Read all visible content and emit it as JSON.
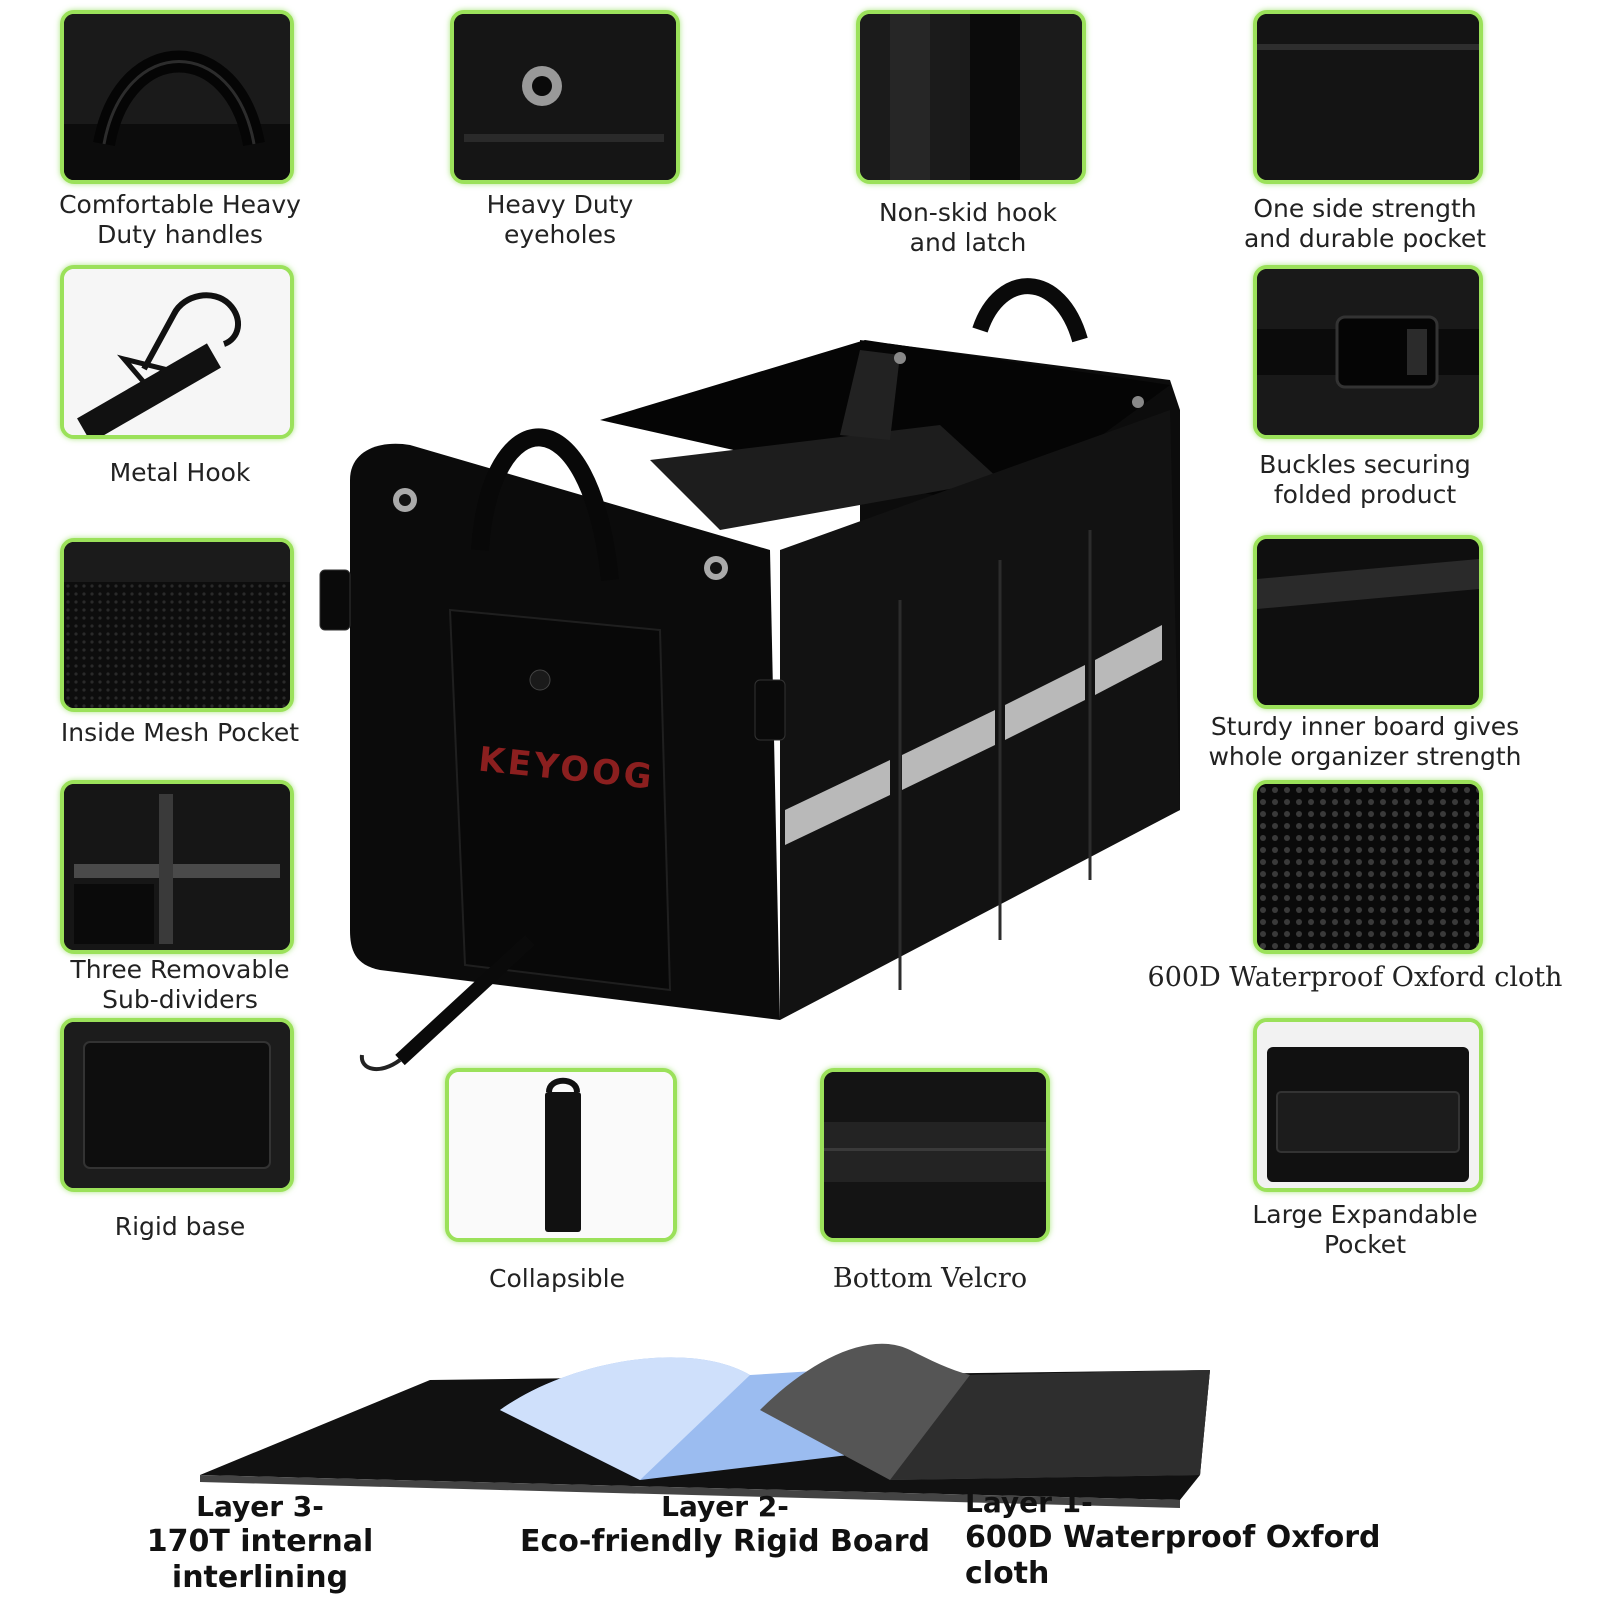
{
  "features_left": [
    {
      "caption": "Comfortable Heavy\nDuty handles",
      "icon": "handle-icon"
    },
    {
      "caption": "Metal Hook",
      "icon": "hook-icon"
    },
    {
      "caption": "Inside Mesh Pocket",
      "icon": "mesh-icon"
    },
    {
      "caption": "Three Removable\nSub-dividers",
      "icon": "divider-icon"
    },
    {
      "caption": "Rigid base",
      "icon": "base-icon"
    }
  ],
  "features_top": [
    {
      "caption": "Heavy Duty\neyeholes",
      "icon": "eyehole-icon"
    },
    {
      "caption": "Non-skid hook\nand latch",
      "icon": "latch-icon"
    }
  ],
  "features_right": [
    {
      "caption": "One side strength\nand durable pocket",
      "icon": "pocket-icon"
    },
    {
      "caption": "Buckles securing\nfolded product",
      "icon": "buckle-icon"
    },
    {
      "caption": "Sturdy inner board gives\nwhole organizer strength",
      "icon": "board-icon"
    },
    {
      "caption": "600D Waterproof Oxford cloth",
      "icon": "fabric-icon"
    },
    {
      "caption": "Large Expandable\nPocket",
      "icon": "expandable-pocket-icon"
    }
  ],
  "features_bottom": [
    {
      "caption": "Collapsible",
      "icon": "collapsed-organizer-icon"
    },
    {
      "caption": "Bottom Velcro",
      "icon": "velcro-icon"
    }
  ],
  "product": {
    "brand": "KEYOOG",
    "brand_color": "#8b1f1f"
  },
  "layers": [
    {
      "title": "Layer 3-",
      "desc": "170T internal interlining"
    },
    {
      "title": "Layer 2-",
      "desc": "Eco-friendly Rigid Board"
    },
    {
      "title": "Layer 1-",
      "desc": "600D Waterproof Oxford cloth"
    }
  ],
  "colors": {
    "tile_border": "#9be15a",
    "product_black": "#111111",
    "reflective_strip": "#b9b9b9",
    "layer_blue": "#9bbcf0"
  }
}
